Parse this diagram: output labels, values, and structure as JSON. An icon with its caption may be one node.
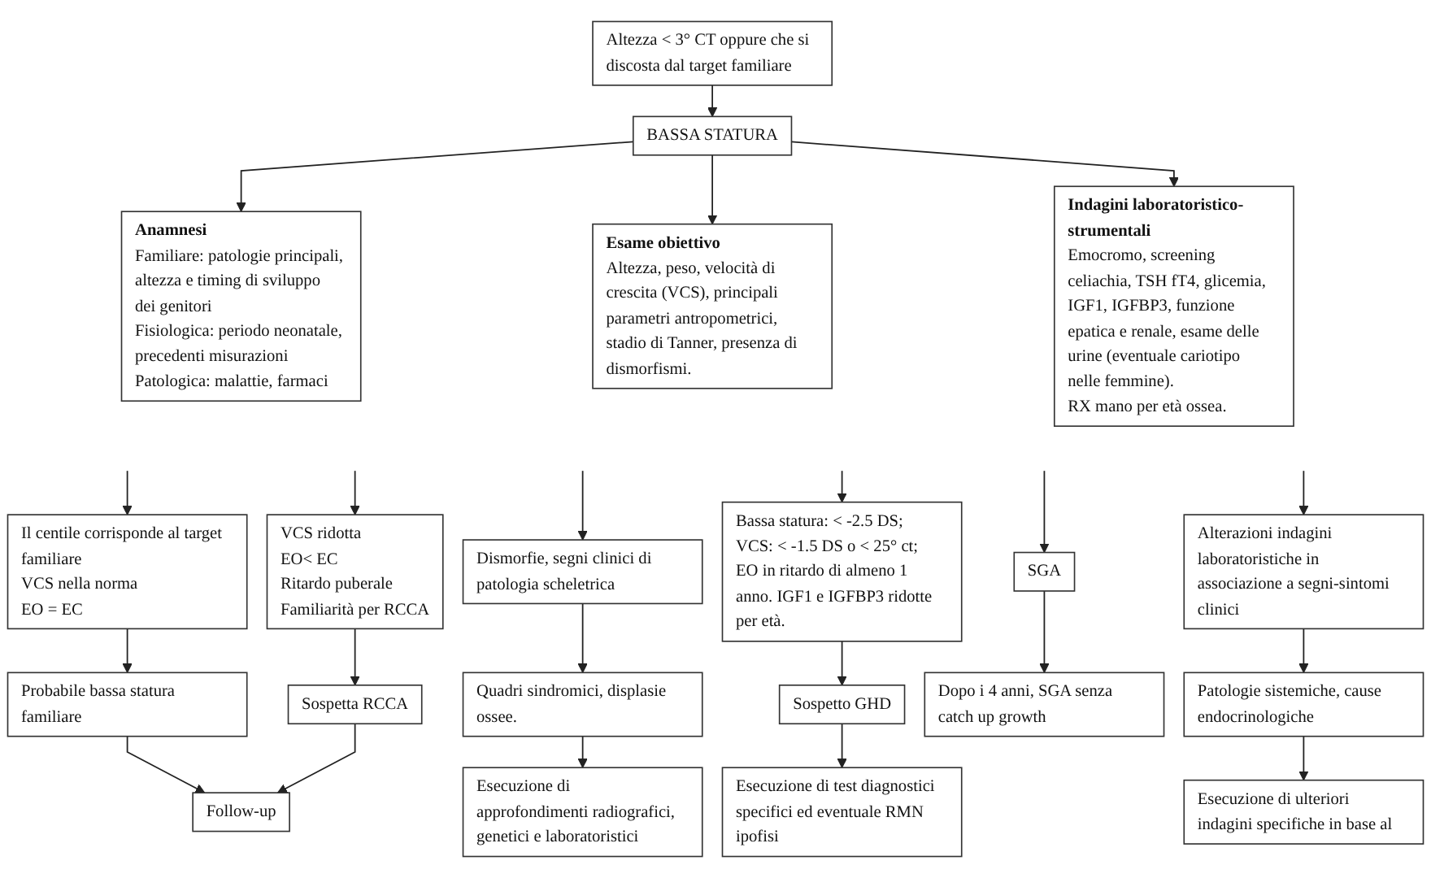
{
  "diagram": {
    "nodes": [
      {
        "text": [
          "Altezza < 3° CT oppure che si discosta dal target familiare"
        ]
      },
      {
        "text": [
          "BASSA STATURA"
        ]
      },
      {
        "text": [
          "Anamnesi",
          "Familiare: patologie principali, altezza e timing di sviluppo dei genitori",
          "Fisiologica: periodo neonatale, precedenti misurazioni",
          "Patologica: malattie, farmaci"
        ]
      },
      {
        "text": [
          "Esame obiettivo",
          "Altezza, peso, velocità di crescita (VCS), principali parametri antropometrici, stadio di Tanner, presenza di dismorfismi."
        ]
      },
      {
        "text": [
          "Indagini laboratoristico-strumentali",
          "Emocromo, screening celiachia, TSH fT4, glicemia, IGF1, IGFBP3, funzione epatica e renale, esame delle urine (eventuale cariotipo nelle femmine).",
          "RX mano per età ossea."
        ]
      },
      {
        "text": [
          "Il centile corrisponde al target familiare",
          "VCS nella norma",
          "EO = EC"
        ]
      },
      {
        "text": [
          "VCS ridotta",
          "EO< EC",
          "Ritardo puberale",
          "Familiarità per RCCA"
        ]
      },
      {
        "text": [
          "Dismorfie, segni clinici di patologia scheletrica"
        ]
      },
      {
        "text": [
          "Bassa statura: < -2.5 DS; VCS: < -1.5 DS o < 25° ct; EO in ritardo di almeno 1 anno. IGF1 e IGFBP3 ridotte per età."
        ]
      },
      {
        "text": [
          "SGA"
        ]
      },
      {
        "text": [
          "Alterazioni indagini laboratoristiche in associazione a segni-sintomi clinici"
        ]
      },
      {
        "text": [
          "Probabile bassa statura familiare"
        ]
      },
      {
        "text": [
          "Sospetta RCCA"
        ]
      },
      {
        "text": [
          "Quadri sindromici, displasie ossee."
        ]
      },
      {
        "text": [
          "Sospetto GHD"
        ]
      },
      {
        "text": [
          "Dopo i 4 anni, SGA senza catch up growth"
        ]
      },
      {
        "text": [
          "Patologie sistemiche, cause endocrinologiche"
        ]
      },
      {
        "text": [
          "Follow-up"
        ]
      },
      {
        "text": [
          "Esecuzione di approfondimenti radiografici, genetici e laboratoristici"
        ]
      },
      {
        "text": [
          "Esecuzione di test diagnostici specifici ed eventuale RMN ipofisi"
        ]
      },
      {
        "text": [
          "Esecuzione di ulteriori indagini specifiche in base al"
        ]
      }
    ],
    "edges": [
      {
        "from": 0,
        "to": 1,
        "arrow": "to"
      },
      {
        "from": 1,
        "to": 2,
        "arrow": "to"
      },
      {
        "from": 1,
        "to": 3,
        "arrow": "to"
      },
      {
        "from": 1,
        "to": 4,
        "arrow": "to"
      },
      {
        "from": null,
        "to": 5,
        "arrow": "to"
      },
      {
        "from": null,
        "to": 6,
        "arrow": "to"
      },
      {
        "from": null,
        "to": 7,
        "arrow": "to"
      },
      {
        "from": null,
        "to": 8,
        "arrow": "to"
      },
      {
        "from": null,
        "to": 9,
        "arrow": "to"
      },
      {
        "from": null,
        "to": 10,
        "arrow": "to"
      },
      {
        "from": 5,
        "to": 11,
        "arrow": "to"
      },
      {
        "from": 6,
        "to": 12,
        "arrow": "to"
      },
      {
        "from": 7,
        "to": 13,
        "arrow": "to"
      },
      {
        "from": 8,
        "to": 14,
        "arrow": "to"
      },
      {
        "from": 9,
        "to": 15,
        "arrow": "to"
      },
      {
        "from": 10,
        "to": 16,
        "arrow": "to"
      },
      {
        "from": 11,
        "to": 17,
        "arrow": "to"
      },
      {
        "from": 12,
        "to": 17,
        "arrow": "to"
      },
      {
        "from": 13,
        "to": 18,
        "arrow": "to"
      },
      {
        "from": 14,
        "to": 19,
        "arrow": "to"
      },
      {
        "from": 16,
        "to": 20,
        "arrow": "to"
      }
    ]
  }
}
